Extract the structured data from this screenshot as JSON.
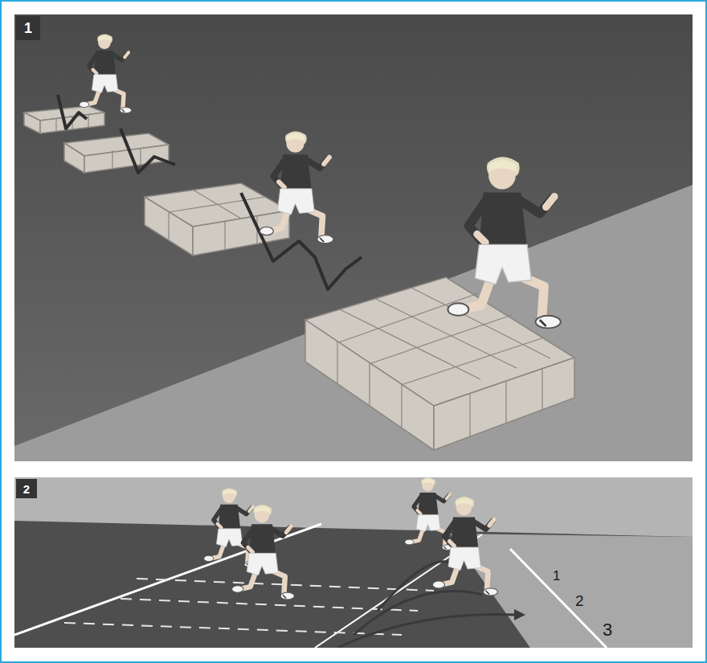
{
  "diagram": {
    "nodes": [
      {
        "text": [
          "1"
        ]
      },
      {
        "text": [
          "2"
        ]
      }
    ],
    "labels": [
      "1",
      "2",
      "3"
    ]
  }
}
